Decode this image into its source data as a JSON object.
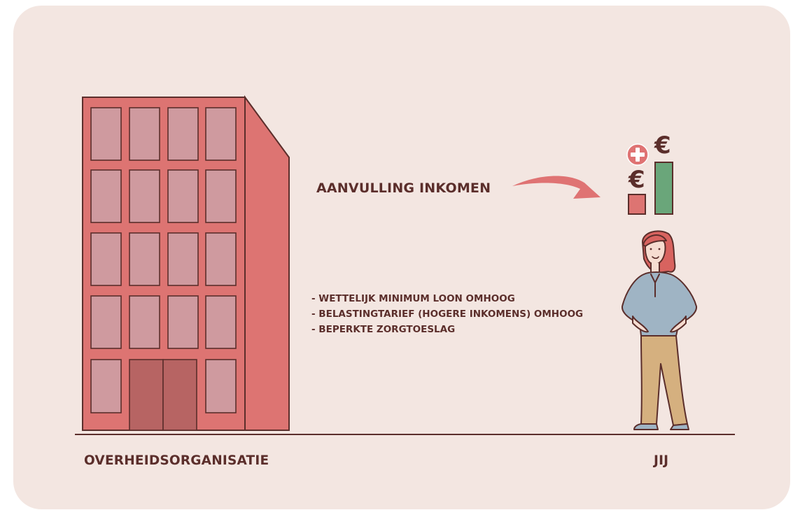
{
  "illustration": {
    "main_label": "AANVULLING INKOMEN",
    "measures": [
      "- WETTELIJK MINIMUM LOON OMHOOG",
      "- BELASTINGTARIEF (HOGERE INKOMENS) OMHOOG",
      "- BEPERKTE ZORGTOESLAG"
    ],
    "left_label": "OVERHEIDSORGANISATIE",
    "right_label": "JIJ",
    "currency_symbol": "€",
    "colors": {
      "background": "#f3e6e1",
      "building": "#dd7472",
      "windows": "#cf9a9f",
      "door": "#b76463",
      "outline": "#5b2e2b",
      "arrow": "#df7373",
      "bar_low": "#dd7472",
      "bar_high": "#6aa67a",
      "shirt": "#9fb4c4",
      "trousers": "#d5b07f",
      "hair": "#d8635f"
    }
  }
}
